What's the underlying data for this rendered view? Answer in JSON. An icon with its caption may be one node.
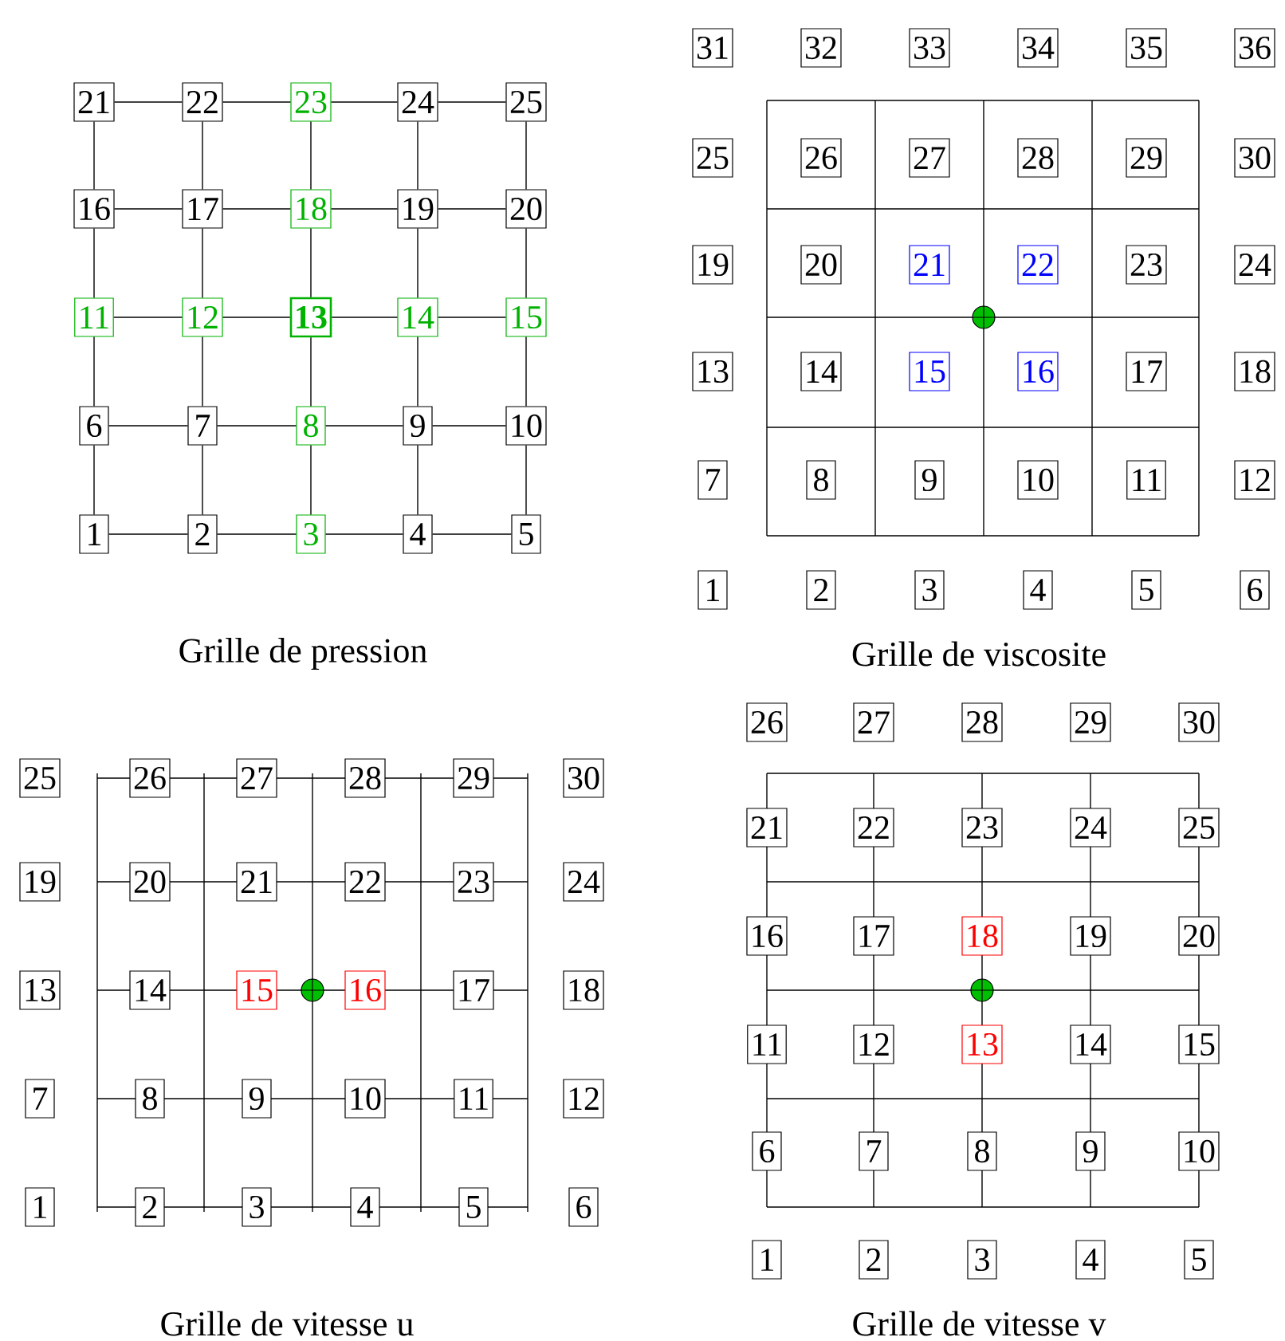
{
  "diagram": {
    "nodes": [
      {
        "text": [
          "21"
        ]
      },
      {
        "text": [
          "22"
        ]
      },
      {
        "text": [
          "23"
        ]
      },
      {
        "text": [
          "24"
        ]
      },
      {
        "text": [
          "25"
        ]
      },
      {
        "text": [
          "16"
        ]
      },
      {
        "text": [
          "17"
        ]
      },
      {
        "text": [
          "18"
        ]
      },
      {
        "text": [
          "19"
        ]
      },
      {
        "text": [
          "20"
        ]
      },
      {
        "text": [
          "11"
        ]
      },
      {
        "text": [
          "12"
        ]
      },
      {
        "text": [
          "13"
        ]
      },
      {
        "text": [
          "14"
        ]
      },
      {
        "text": [
          "15"
        ]
      },
      {
        "text": [
          "6"
        ]
      },
      {
        "text": [
          "7"
        ]
      },
      {
        "text": [
          "8"
        ]
      },
      {
        "text": [
          "9"
        ]
      },
      {
        "text": [
          "10"
        ]
      },
      {
        "text": [
          "1"
        ]
      },
      {
        "text": [
          "2"
        ]
      },
      {
        "text": [
          "3"
        ]
      },
      {
        "text": [
          "4"
        ]
      },
      {
        "text": [
          "5"
        ]
      },
      {
        "text": [
          "31"
        ]
      },
      {
        "text": [
          "32"
        ]
      },
      {
        "text": [
          "33"
        ]
      },
      {
        "text": [
          "34"
        ]
      },
      {
        "text": [
          "35"
        ]
      },
      {
        "text": [
          "36"
        ]
      },
      {
        "text": [
          "25"
        ]
      },
      {
        "text": [
          "26"
        ]
      },
      {
        "text": [
          "27"
        ]
      },
      {
        "text": [
          "28"
        ]
      },
      {
        "text": [
          "29"
        ]
      },
      {
        "text": [
          "30"
        ]
      },
      {
        "text": [
          "19"
        ]
      },
      {
        "text": [
          "20"
        ]
      },
      {
        "text": [
          "21"
        ]
      },
      {
        "text": [
          "22"
        ]
      },
      {
        "text": [
          "23"
        ]
      },
      {
        "text": [
          "24"
        ]
      },
      {
        "text": [
          "13"
        ]
      },
      {
        "text": [
          "14"
        ]
      },
      {
        "text": [
          "15"
        ]
      },
      {
        "text": [
          "16"
        ]
      },
      {
        "text": [
          "17"
        ]
      },
      {
        "text": [
          "18"
        ]
      },
      {
        "text": [
          "7"
        ]
      },
      {
        "text": [
          "8"
        ]
      },
      {
        "text": [
          "9"
        ]
      },
      {
        "text": [
          "10"
        ]
      },
      {
        "text": [
          "11"
        ]
      },
      {
        "text": [
          "12"
        ]
      },
      {
        "text": [
          "1"
        ]
      },
      {
        "text": [
          "2"
        ]
      },
      {
        "text": [
          "3"
        ]
      },
      {
        "text": [
          "4"
        ]
      },
      {
        "text": [
          "5"
        ]
      },
      {
        "text": [
          "6"
        ]
      },
      {
        "text": [
          "25"
        ]
      },
      {
        "text": [
          "26"
        ]
      },
      {
        "text": [
          "27"
        ]
      },
      {
        "text": [
          "28"
        ]
      },
      {
        "text": [
          "29"
        ]
      },
      {
        "text": [
          "30"
        ]
      },
      {
        "text": [
          "19"
        ]
      },
      {
        "text": [
          "20"
        ]
      },
      {
        "text": [
          "21"
        ]
      },
      {
        "text": [
          "22"
        ]
      },
      {
        "text": [
          "23"
        ]
      },
      {
        "text": [
          "24"
        ]
      },
      {
        "text": [
          "13"
        ]
      },
      {
        "text": [
          "14"
        ]
      },
      {
        "text": [
          "15"
        ]
      },
      {
        "text": [
          "16"
        ]
      },
      {
        "text": [
          "17"
        ]
      },
      {
        "text": [
          "18"
        ]
      },
      {
        "text": [
          "7"
        ]
      },
      {
        "text": [
          "8"
        ]
      },
      {
        "text": [
          "9"
        ]
      },
      {
        "text": [
          "10"
        ]
      },
      {
        "text": [
          "11"
        ]
      },
      {
        "text": [
          "12"
        ]
      },
      {
        "text": [
          "1"
        ]
      },
      {
        "text": [
          "2"
        ]
      },
      {
        "text": [
          "3"
        ]
      },
      {
        "text": [
          "4"
        ]
      },
      {
        "text": [
          "5"
        ]
      },
      {
        "text": [
          "6"
        ]
      },
      {
        "text": [
          "26"
        ]
      },
      {
        "text": [
          "27"
        ]
      },
      {
        "text": [
          "28"
        ]
      },
      {
        "text": [
          "29"
        ]
      },
      {
        "text": [
          "30"
        ]
      },
      {
        "text": [
          "21"
        ]
      },
      {
        "text": [
          "22"
        ]
      },
      {
        "text": [
          "23"
        ]
      },
      {
        "text": [
          "24"
        ]
      },
      {
        "text": [
          "25"
        ]
      },
      {
        "text": [
          "16"
        ]
      },
      {
        "text": [
          "17"
        ]
      },
      {
        "text": [
          "18"
        ]
      },
      {
        "text": [
          "19"
        ]
      },
      {
        "text": [
          "20"
        ]
      },
      {
        "text": [
          "11"
        ]
      },
      {
        "text": [
          "12"
        ]
      },
      {
        "text": [
          "13"
        ]
      },
      {
        "text": [
          "14"
        ]
      },
      {
        "text": [
          "15"
        ]
      },
      {
        "text": [
          "6"
        ]
      },
      {
        "text": [
          "7"
        ]
      },
      {
        "text": [
          "8"
        ]
      },
      {
        "text": [
          "9"
        ]
      },
      {
        "text": [
          "10"
        ]
      },
      {
        "text": [
          "1"
        ]
      },
      {
        "text": [
          "2"
        ]
      },
      {
        "text": [
          "3"
        ]
      },
      {
        "text": [
          "4"
        ]
      },
      {
        "text": [
          "5"
        ]
      }
    ],
    "edges": [
      {
        "from": 0,
        "to": 1,
        "arrow": "none"
      },
      {
        "from": 1,
        "to": 2,
        "arrow": "none"
      },
      {
        "from": 2,
        "to": 3,
        "arrow": "none"
      },
      {
        "from": 3,
        "to": 4,
        "arrow": "none"
      },
      {
        "from": 5,
        "to": 6,
        "arrow": "none"
      },
      {
        "from": 6,
        "to": 7,
        "arrow": "none"
      },
      {
        "from": 7,
        "to": 8,
        "arrow": "none"
      },
      {
        "from": 8,
        "to": 9,
        "arrow": "none"
      },
      {
        "from": 10,
        "to": 11,
        "arrow": "none"
      },
      {
        "from": 11,
        "to": 12,
        "arrow": "none"
      },
      {
        "from": 12,
        "to": 13,
        "arrow": "none"
      },
      {
        "from": 13,
        "to": 14,
        "arrow": "none"
      },
      {
        "from": 15,
        "to": 16,
        "arrow": "none"
      },
      {
        "from": 16,
        "to": 17,
        "arrow": "none"
      },
      {
        "from": 17,
        "to": 18,
        "arrow": "none"
      },
      {
        "from": 18,
        "to": 19,
        "arrow": "none"
      },
      {
        "from": 20,
        "to": 21,
        "arrow": "none"
      },
      {
        "from": 21,
        "to": 22,
        "arrow": "none"
      },
      {
        "from": 22,
        "to": 23,
        "arrow": "none"
      },
      {
        "from": 23,
        "to": 24,
        "arrow": "none"
      },
      {
        "from": 0,
        "to": 5,
        "arrow": "none"
      },
      {
        "from": 5,
        "to": 10,
        "arrow": "none"
      },
      {
        "from": 10,
        "to": 15,
        "arrow": "none"
      },
      {
        "from": 15,
        "to": 20,
        "arrow": "none"
      },
      {
        "from": 1,
        "to": 6,
        "arrow": "none"
      },
      {
        "from": 6,
        "to": 11,
        "arrow": "none"
      },
      {
        "from": 11,
        "to": 16,
        "arrow": "none"
      },
      {
        "from": 16,
        "to": 21,
        "arrow": "none"
      },
      {
        "from": 2,
        "to": 7,
        "arrow": "none"
      },
      {
        "from": 7,
        "to": 12,
        "arrow": "none"
      },
      {
        "from": 12,
        "to": 17,
        "arrow": "none"
      },
      {
        "from": 17,
        "to": 22,
        "arrow": "none"
      },
      {
        "from": 3,
        "to": 8,
        "arrow": "none"
      },
      {
        "from": 8,
        "to": 13,
        "arrow": "none"
      },
      {
        "from": 13,
        "to": 18,
        "arrow": "none"
      },
      {
        "from": 18,
        "to": 23,
        "arrow": "none"
      },
      {
        "from": 4,
        "to": 9,
        "arrow": "none"
      },
      {
        "from": 9,
        "to": 14,
        "arrow": "none"
      },
      {
        "from": 14,
        "to": 19,
        "arrow": "none"
      },
      {
        "from": 19,
        "to": 24,
        "arrow": "none"
      }
    ],
    "labels": [
      "Grille de pression",
      "Grille de viscosite",
      "Grille de vitesse u",
      "Grille de vitesse v"
    ]
  }
}
